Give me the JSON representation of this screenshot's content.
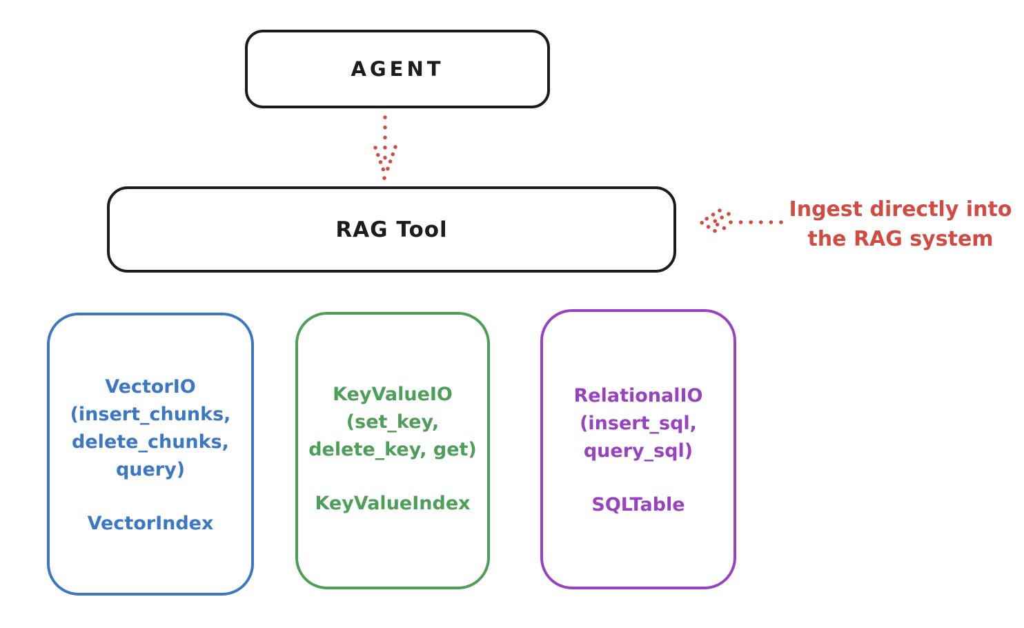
{
  "palette": {
    "ink": "#1c1c1c",
    "red": "#d24b43",
    "blue": "#3c77c4",
    "green": "#4d9e58",
    "purple": "#9842c2",
    "background": "#ffffff"
  },
  "agent": {
    "label": "AGENT"
  },
  "rag_tool": {
    "label": "RAG Tool"
  },
  "annotation": {
    "line1": "Ingest directly into",
    "line2": "the RAG system"
  },
  "backends": [
    {
      "name": "VectorIO",
      "color": "#3c77c4",
      "lines": [
        "VectorIO",
        "(insert_chunks,",
        "delete_chunks,",
        "query)"
      ],
      "index_label": "VectorIndex"
    },
    {
      "name": "KeyValueIO",
      "color": "#4d9e58",
      "lines": [
        "KeyValueIO",
        "(set_key,",
        "delete_key, get)"
      ],
      "index_label": "KeyValueIndex"
    },
    {
      "name": "RelationalIO",
      "color": "#9842c2",
      "lines": [
        "RelationalIO",
        "(insert_sql,",
        "query_sql)"
      ],
      "index_label": "SQLTable"
    }
  ]
}
